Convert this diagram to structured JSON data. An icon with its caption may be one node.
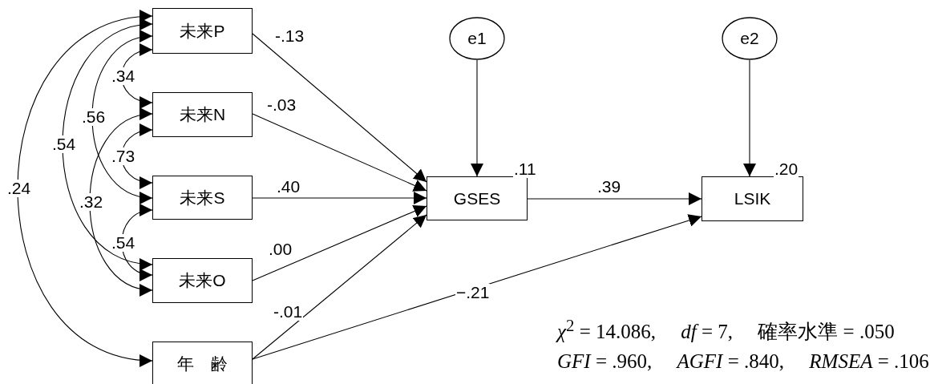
{
  "diagram": {
    "nodes": [
      {
        "text": [
          "未来P"
        ]
      },
      {
        "text": [
          "未来N"
        ]
      },
      {
        "text": [
          "未来S"
        ]
      },
      {
        "text": [
          "未来O"
        ]
      },
      {
        "text": [
          "年　齢"
        ]
      },
      {
        "text": [
          "e1"
        ]
      },
      {
        "text": [
          "GSES"
        ],
        "beside": [
          ".11"
        ]
      },
      {
        "text": [
          "e2"
        ]
      },
      {
        "text": [
          "LSIK"
        ],
        "beside": [
          ".20"
        ]
      }
    ],
    "edges": [
      {
        "from": 0,
        "to": 1,
        "arrow": "both",
        "label": ".34"
      },
      {
        "from": 0,
        "to": 2,
        "arrow": "both",
        "label": ".56"
      },
      {
        "from": 0,
        "to": 3,
        "arrow": "both",
        "label": ".54"
      },
      {
        "from": 0,
        "to": 4,
        "arrow": "both",
        "label": ".24"
      },
      {
        "from": 1,
        "to": 2,
        "arrow": "both",
        "label": ".73"
      },
      {
        "from": 1,
        "to": 3,
        "arrow": "both",
        "label": ".32"
      },
      {
        "from": 2,
        "to": 3,
        "arrow": "both",
        "label": ".54"
      },
      {
        "from": 0,
        "to": 6,
        "arrow": "to",
        "label": "-.13"
      },
      {
        "from": 1,
        "to": 6,
        "arrow": "to",
        "label": "-.03"
      },
      {
        "from": 2,
        "to": 6,
        "arrow": "to",
        "label": ".40"
      },
      {
        "from": 3,
        "to": 6,
        "arrow": "to",
        "label": ".00"
      },
      {
        "from": 4,
        "to": 6,
        "arrow": "to",
        "label": "-.01"
      },
      {
        "from": 4,
        "to": 8,
        "arrow": "to",
        "label": "−.21"
      },
      {
        "from": 6,
        "to": 8,
        "arrow": "to",
        "label": ".39"
      },
      {
        "from": 5,
        "to": 6,
        "arrow": "to"
      },
      {
        "from": 7,
        "to": 8,
        "arrow": "to"
      }
    ],
    "labels": [
      "*χ*$^{2}$ = 14.086,　 *df* = 7,　 確率水準 = .050",
      "*GFI* = .960,　 *AGFI* = .840,　 *RMSEA* = .106"
    ]
  }
}
